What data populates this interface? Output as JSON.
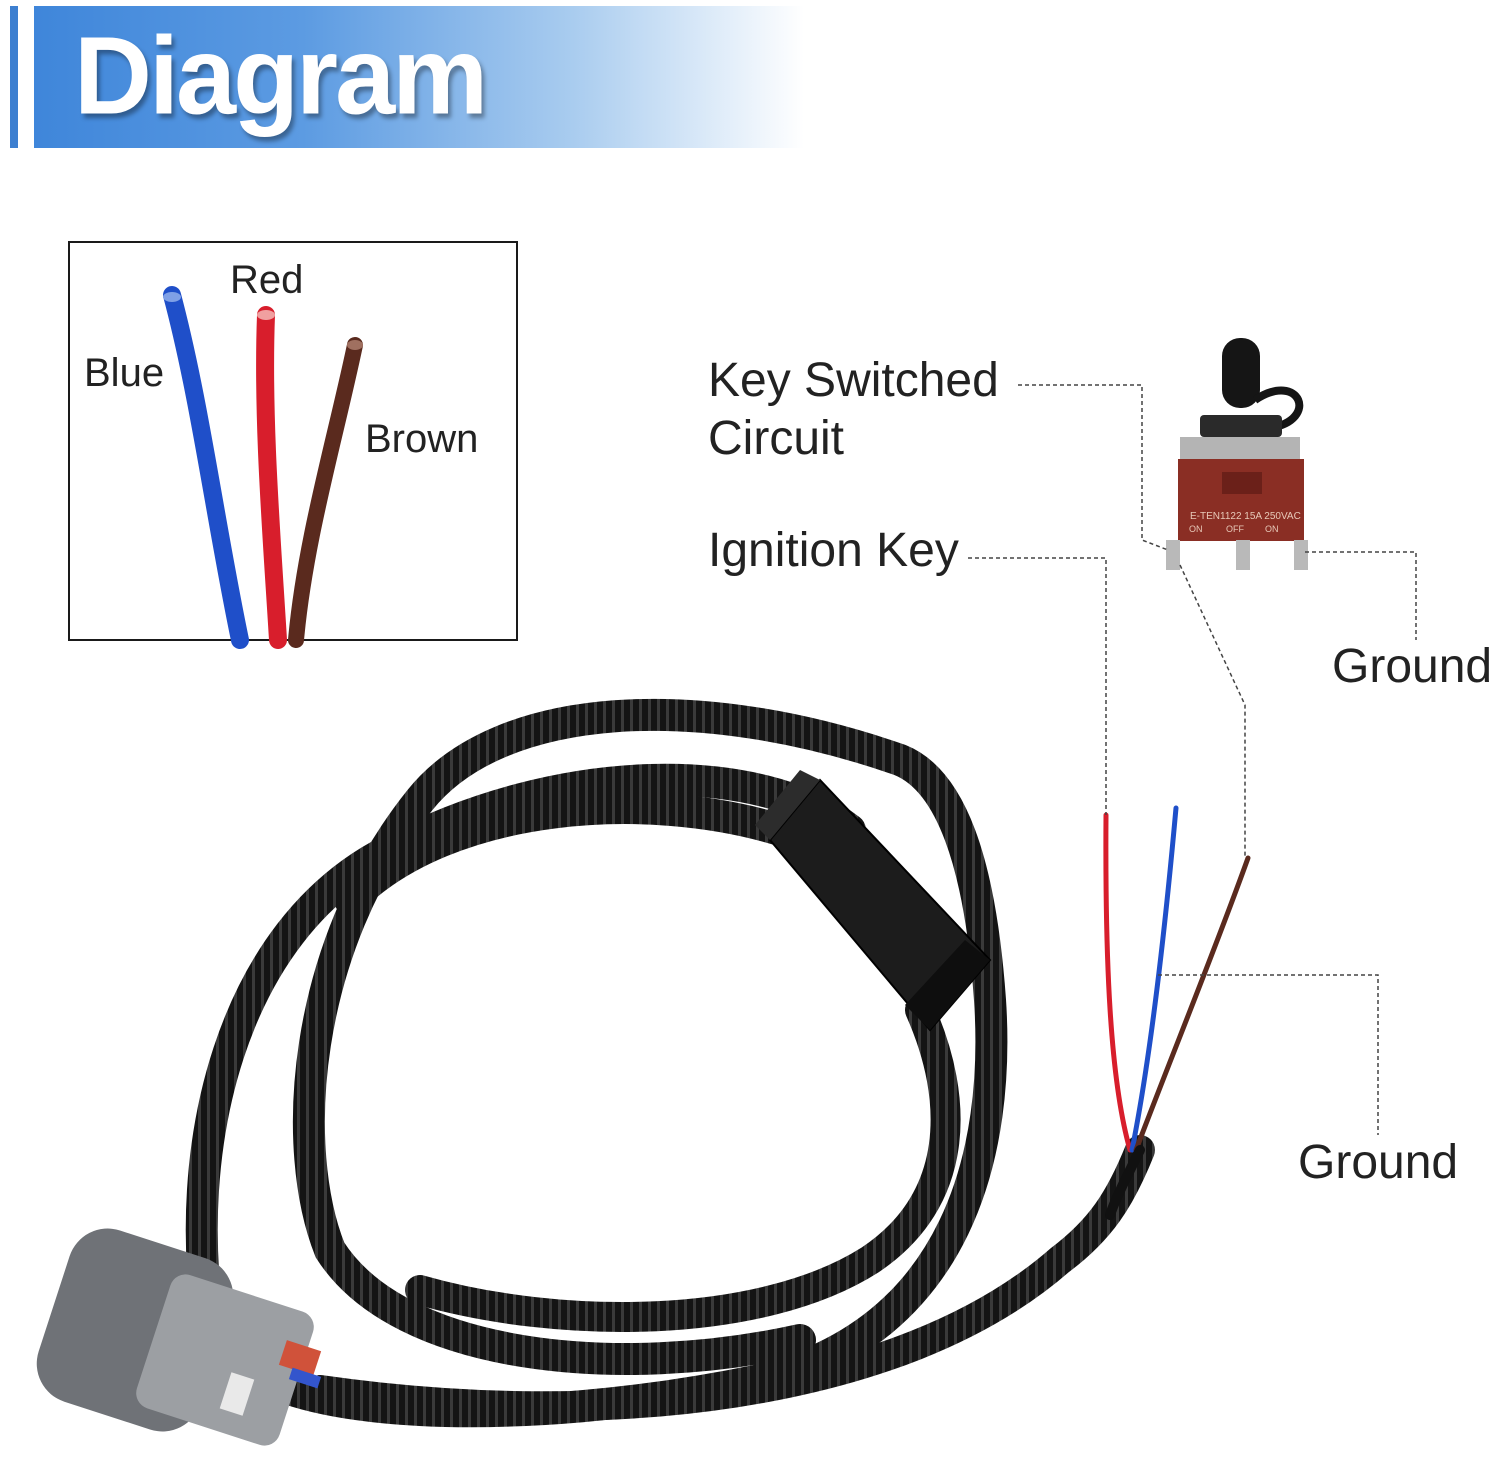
{
  "header": {
    "title": "Diagram"
  },
  "legend": {
    "red": "Red",
    "blue": "Blue",
    "brown": "Brown"
  },
  "labels": {
    "key_switched_line1": "Key Switched",
    "key_switched_line2": "Circuit",
    "ignition_key": "Ignition Key",
    "ground_switch": "Ground",
    "ground_wire": "Ground"
  },
  "switch_markings": {
    "model": "E-TEN1122 15A 250VAC",
    "pos_left": "ON",
    "pos_center": "OFF",
    "pos_right": "ON"
  },
  "colors": {
    "header_blue": "#3f86da",
    "wire_red": "#d81e2c",
    "wire_blue": "#1f4fc9",
    "wire_brown": "#5a2a1e",
    "cable_black": "#161616",
    "connector_gray": "#6f7277",
    "switch_body": "#8a2e24"
  }
}
